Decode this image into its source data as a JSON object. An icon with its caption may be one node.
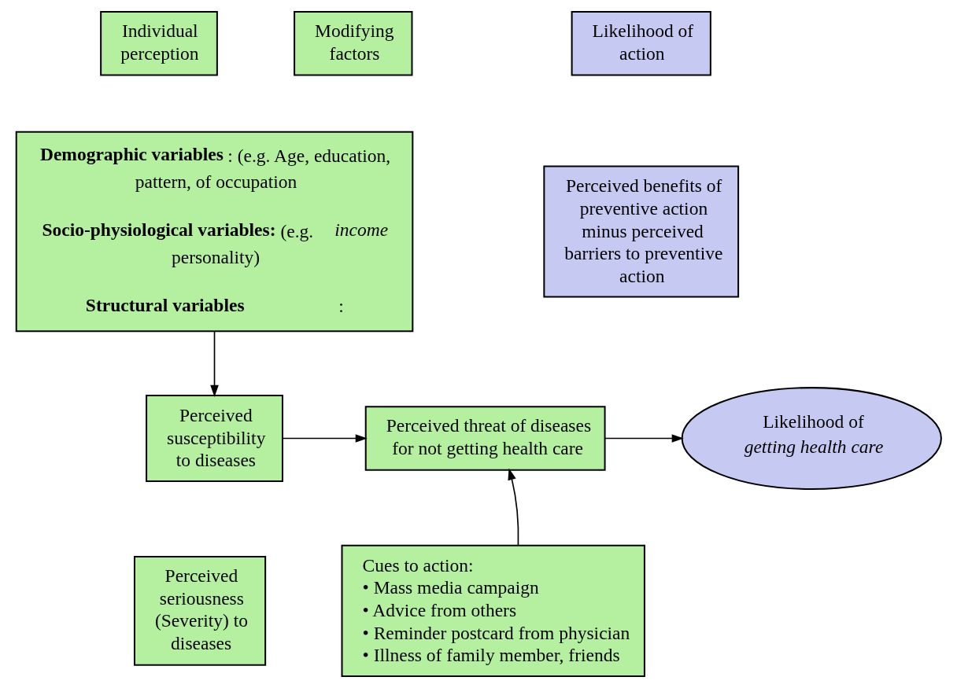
{
  "diagram": {
    "nodes": [
      {
        "text": [
          "Individual perception"
        ]
      },
      {
        "text": [
          "Modifying factors"
        ]
      },
      {
        "text": [
          "Likelihood of action"
        ]
      },
      {
        "text": [
          "**Demographic variables**: (e.g. Age, education, pattern, of occupation",
          "**Socio-physiological variables:** (e.g. *income* personality)",
          "**Structural variables**:"
        ]
      },
      {
        "text": [
          "Perceived benefits of preventive action minus perceived barriers to preventive action"
        ]
      },
      {
        "text": [
          "Perceived susceptibility to diseases"
        ]
      },
      {
        "text": [
          "Perceived threat of diseases for not getting health care"
        ]
      },
      {
        "text": [
          "Likelihood of *getting health care*"
        ]
      },
      {
        "text": [
          "Cues to action:",
          "• Mass media campaign",
          "• Advice from others",
          "• Reminder postcard from physician",
          "• Illness of family member, friends"
        ]
      },
      {
        "text": [
          "Perceived seriousness (Severity) to diseases"
        ]
      }
    ],
    "edges": [
      {
        "from": 3,
        "to": 5,
        "arrow": "to"
      },
      {
        "from": 5,
        "to": 6,
        "arrow": "to"
      },
      {
        "from": 6,
        "to": 7,
        "arrow": "to"
      },
      {
        "from": 8,
        "to": 6,
        "arrow": "to"
      }
    ]
  }
}
